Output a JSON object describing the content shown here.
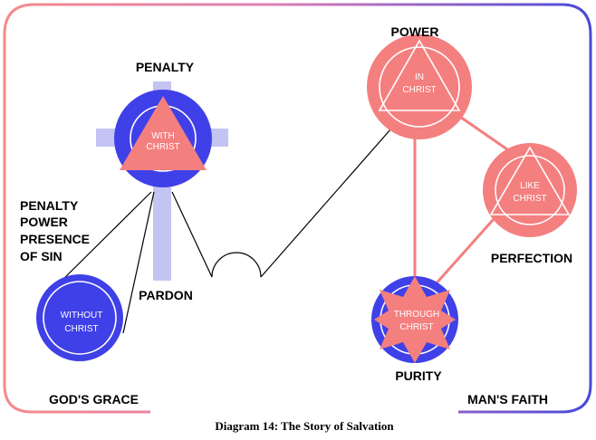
{
  "colors": {
    "blue": "#4040e8",
    "pink": "#f47f7f",
    "lavender": "#c4c4f4",
    "frame_pink": "#f48a8a",
    "frame_blue": "#4a4ad8"
  },
  "labels": {
    "penalty": "PENALTY",
    "power": "POWER",
    "perfection": "PERFECTION",
    "purity": "PURITY",
    "pardon": "PARDON",
    "sin_list": [
      "PENALTY",
      "POWER",
      "PRESENCE",
      "OF SIN"
    ],
    "gods_grace": "GOD'S GRACE",
    "mans_faith": "MAN'S FAITH"
  },
  "nodes": {
    "with_christ": [
      "WITH",
      "CHRIST"
    ],
    "without_christ": [
      "WITHOUT",
      "CHRIST"
    ],
    "in_christ": [
      "IN",
      "CHRIST"
    ],
    "like_christ": [
      "LIKE",
      "CHRIST"
    ],
    "through_christ": [
      "THROUGH",
      "CHRIST"
    ]
  },
  "caption": "Diagram 14: The Story of Salvation"
}
